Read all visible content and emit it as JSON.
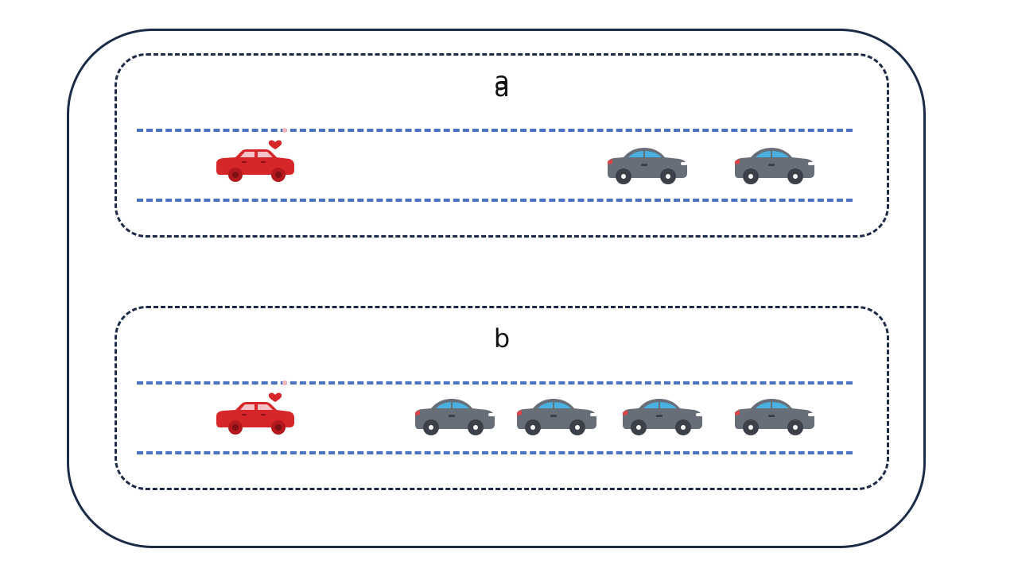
{
  "colors": {
    "frame": "#1c2b47",
    "lane": "#4a72c0",
    "ego_car": "#d7262a",
    "other_car": "#686e78",
    "window": "#4ab0df"
  },
  "scenarios": [
    {
      "label": "a",
      "label_overlay": "a",
      "ego_car": "red-car-with-heart-icon",
      "other_cars": [
        "grey-car-icon",
        "grey-car-icon"
      ]
    },
    {
      "label": "b",
      "ego_car": "red-car-with-heart-icon",
      "other_cars": [
        "grey-car-icon",
        "grey-car-icon",
        "grey-car-icon",
        "grey-car-icon"
      ]
    }
  ]
}
